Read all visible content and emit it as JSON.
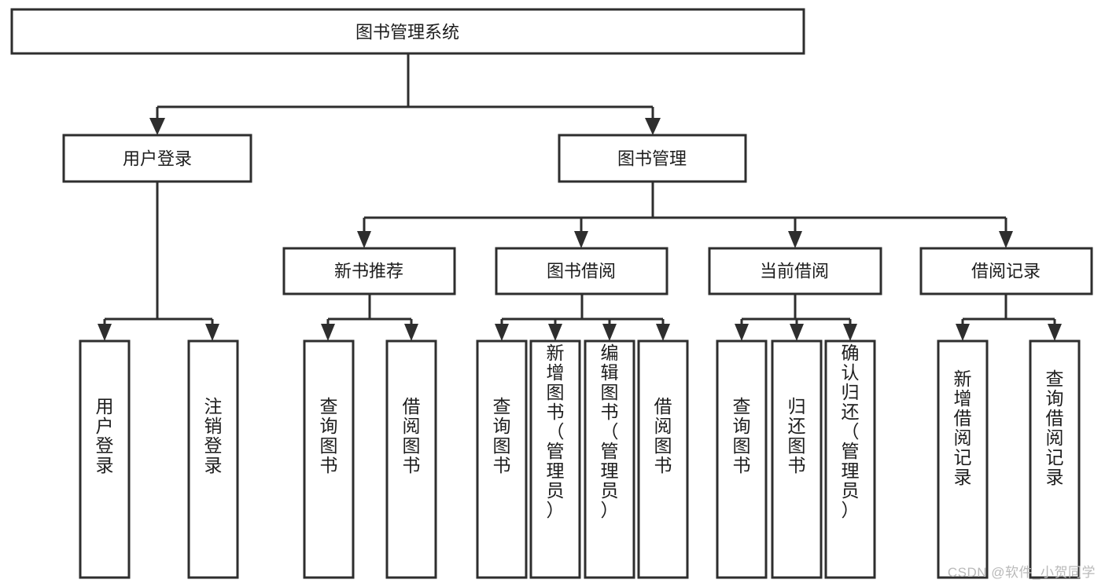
{
  "diagram": {
    "type": "tree-hierarchy",
    "title": "图书管理系统",
    "watermark": "CSDN @软件_小贺同学",
    "colors": {
      "stroke": "#2e2e2e",
      "fill": "#ffffff",
      "text": "#1d1d1d",
      "watermark": "#b9b9b9",
      "background": "#ffffff"
    },
    "levels": {
      "level0": {
        "label": "图书管理系统",
        "orientation": "horizontal"
      },
      "level1": [
        {
          "label": "用户登录",
          "orientation": "horizontal"
        },
        {
          "label": "图书管理",
          "orientation": "horizontal"
        }
      ],
      "level2": [
        {
          "label": "新书推荐",
          "orientation": "horizontal",
          "parent": "图书管理"
        },
        {
          "label": "图书借阅",
          "orientation": "horizontal",
          "parent": "图书管理"
        },
        {
          "label": "当前借阅",
          "orientation": "horizontal",
          "parent": "图书管理"
        },
        {
          "label": "借阅记录",
          "orientation": "horizontal",
          "parent": "图书管理"
        }
      ],
      "level3": [
        {
          "label": "用户登录",
          "orientation": "vertical",
          "parent": "用户登录"
        },
        {
          "label": "注销登录",
          "orientation": "vertical",
          "parent": "用户登录"
        },
        {
          "label": "查询图书",
          "orientation": "vertical",
          "parent": "新书推荐"
        },
        {
          "label": "借阅图书",
          "orientation": "vertical",
          "parent": "新书推荐"
        },
        {
          "label": "查询图书",
          "orientation": "vertical",
          "parent": "图书借阅"
        },
        {
          "label": "新增图书（管理员）",
          "orientation": "vertical",
          "parent": "图书借阅"
        },
        {
          "label": "编辑图书（管理员）",
          "orientation": "vertical",
          "parent": "图书借阅"
        },
        {
          "label": "借阅图书",
          "orientation": "vertical",
          "parent": "图书借阅"
        },
        {
          "label": "查询图书",
          "orientation": "vertical",
          "parent": "当前借阅"
        },
        {
          "label": "归还图书",
          "orientation": "vertical",
          "parent": "当前借阅"
        },
        {
          "label": "确认归还（管理员）",
          "orientation": "vertical",
          "parent": "当前借阅"
        },
        {
          "label": "新增借阅记录",
          "orientation": "vertical",
          "parent": "借阅记录"
        },
        {
          "label": "查询借阅记录",
          "orientation": "vertical",
          "parent": "借阅记录"
        }
      ]
    }
  }
}
